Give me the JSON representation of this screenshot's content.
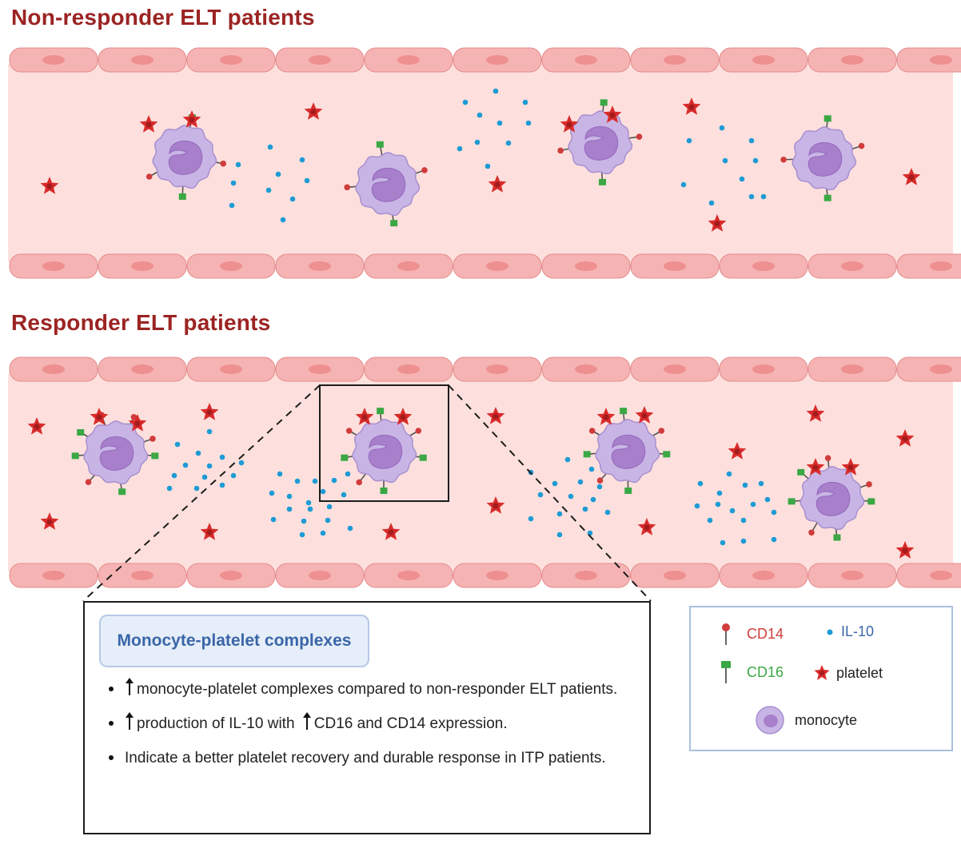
{
  "titles": {
    "non_responder": "Non-responder ELT patients",
    "responder": "Responder ELT patients"
  },
  "info": {
    "heading": "Monocyte-platelet complexes",
    "bullets": [
      "monocyte-platelet complexes compared to non-responder ELT patients.",
      "production of IL-10 with",
      "CD16 and CD14 expression.",
      "Indicate a better platelet recovery and durable response in ITP patients."
    ]
  },
  "legend": {
    "cd14": "CD14",
    "il10": "IL-10",
    "cd16": "CD16",
    "platelet": "platelet",
    "monocyte": "monocyte"
  },
  "colors": {
    "title": "#9b2423",
    "vessel_lumen": "#fde0dd",
    "endothelium": "#f6b3b3",
    "monocyte": "#c8b5e5",
    "nucleus": "#a77fcb",
    "platelet": "#d92b2b",
    "il10": "#1e9bd5",
    "cd14": "#d03c3c",
    "cd16": "#3aa844",
    "heading": "#3a66a8"
  }
}
